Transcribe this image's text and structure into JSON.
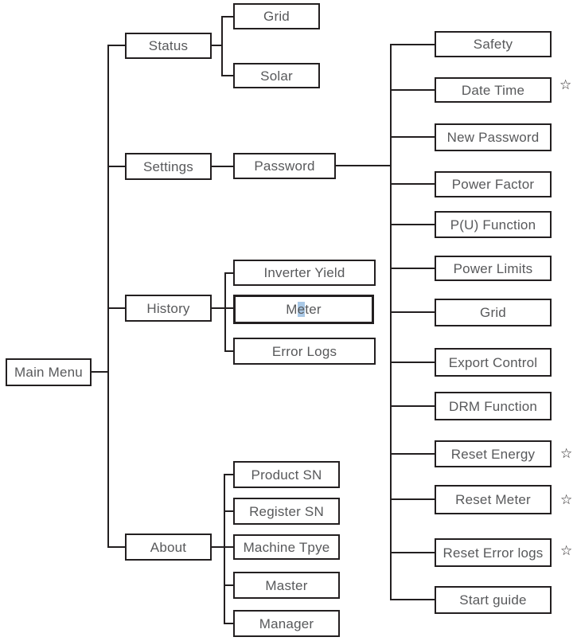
{
  "menu": {
    "root": {
      "label": "Main Menu"
    },
    "status": {
      "label": "Status",
      "children": [
        {
          "label": "Grid"
        },
        {
          "label": "Solar"
        }
      ]
    },
    "settings": {
      "label": "Settings",
      "password": {
        "label": "Password"
      },
      "items": [
        {
          "label": "Safety",
          "starred": false
        },
        {
          "label": "Date Time",
          "starred": true
        },
        {
          "label": "New Password",
          "starred": false
        },
        {
          "label": "Power Factor",
          "starred": false
        },
        {
          "label": "P(U) Function",
          "starred": false
        },
        {
          "label": "Power Limits",
          "starred": false
        },
        {
          "label": "Grid",
          "starred": false
        },
        {
          "label": "Export Control",
          "starred": false
        },
        {
          "label": "DRM Function",
          "starred": false
        },
        {
          "label": "Reset Energy",
          "starred": true
        },
        {
          "label": "Reset Meter",
          "starred": true
        },
        {
          "label": "Reset Error logs",
          "starred": true
        },
        {
          "label": "Start guide",
          "starred": false
        }
      ]
    },
    "history": {
      "label": "History",
      "items": [
        {
          "label": "Inverter Yield"
        },
        {
          "label": "Meter"
        },
        {
          "label": "Error Logs"
        }
      ],
      "meter_parts": {
        "pre": "M",
        "highlighted": "e",
        "post": "ter"
      }
    },
    "about": {
      "label": "About",
      "items": [
        {
          "label": "Product SN"
        },
        {
          "label": "Register SN"
        },
        {
          "label": "Machine Tpye"
        },
        {
          "label": "Master"
        },
        {
          "label": "Manager"
        }
      ]
    }
  },
  "icons": {
    "star": "☆"
  },
  "colors": {
    "border": "#231f20",
    "text": "#58595b",
    "highlight": "#a9c8e6",
    "background": "#ffffff"
  }
}
